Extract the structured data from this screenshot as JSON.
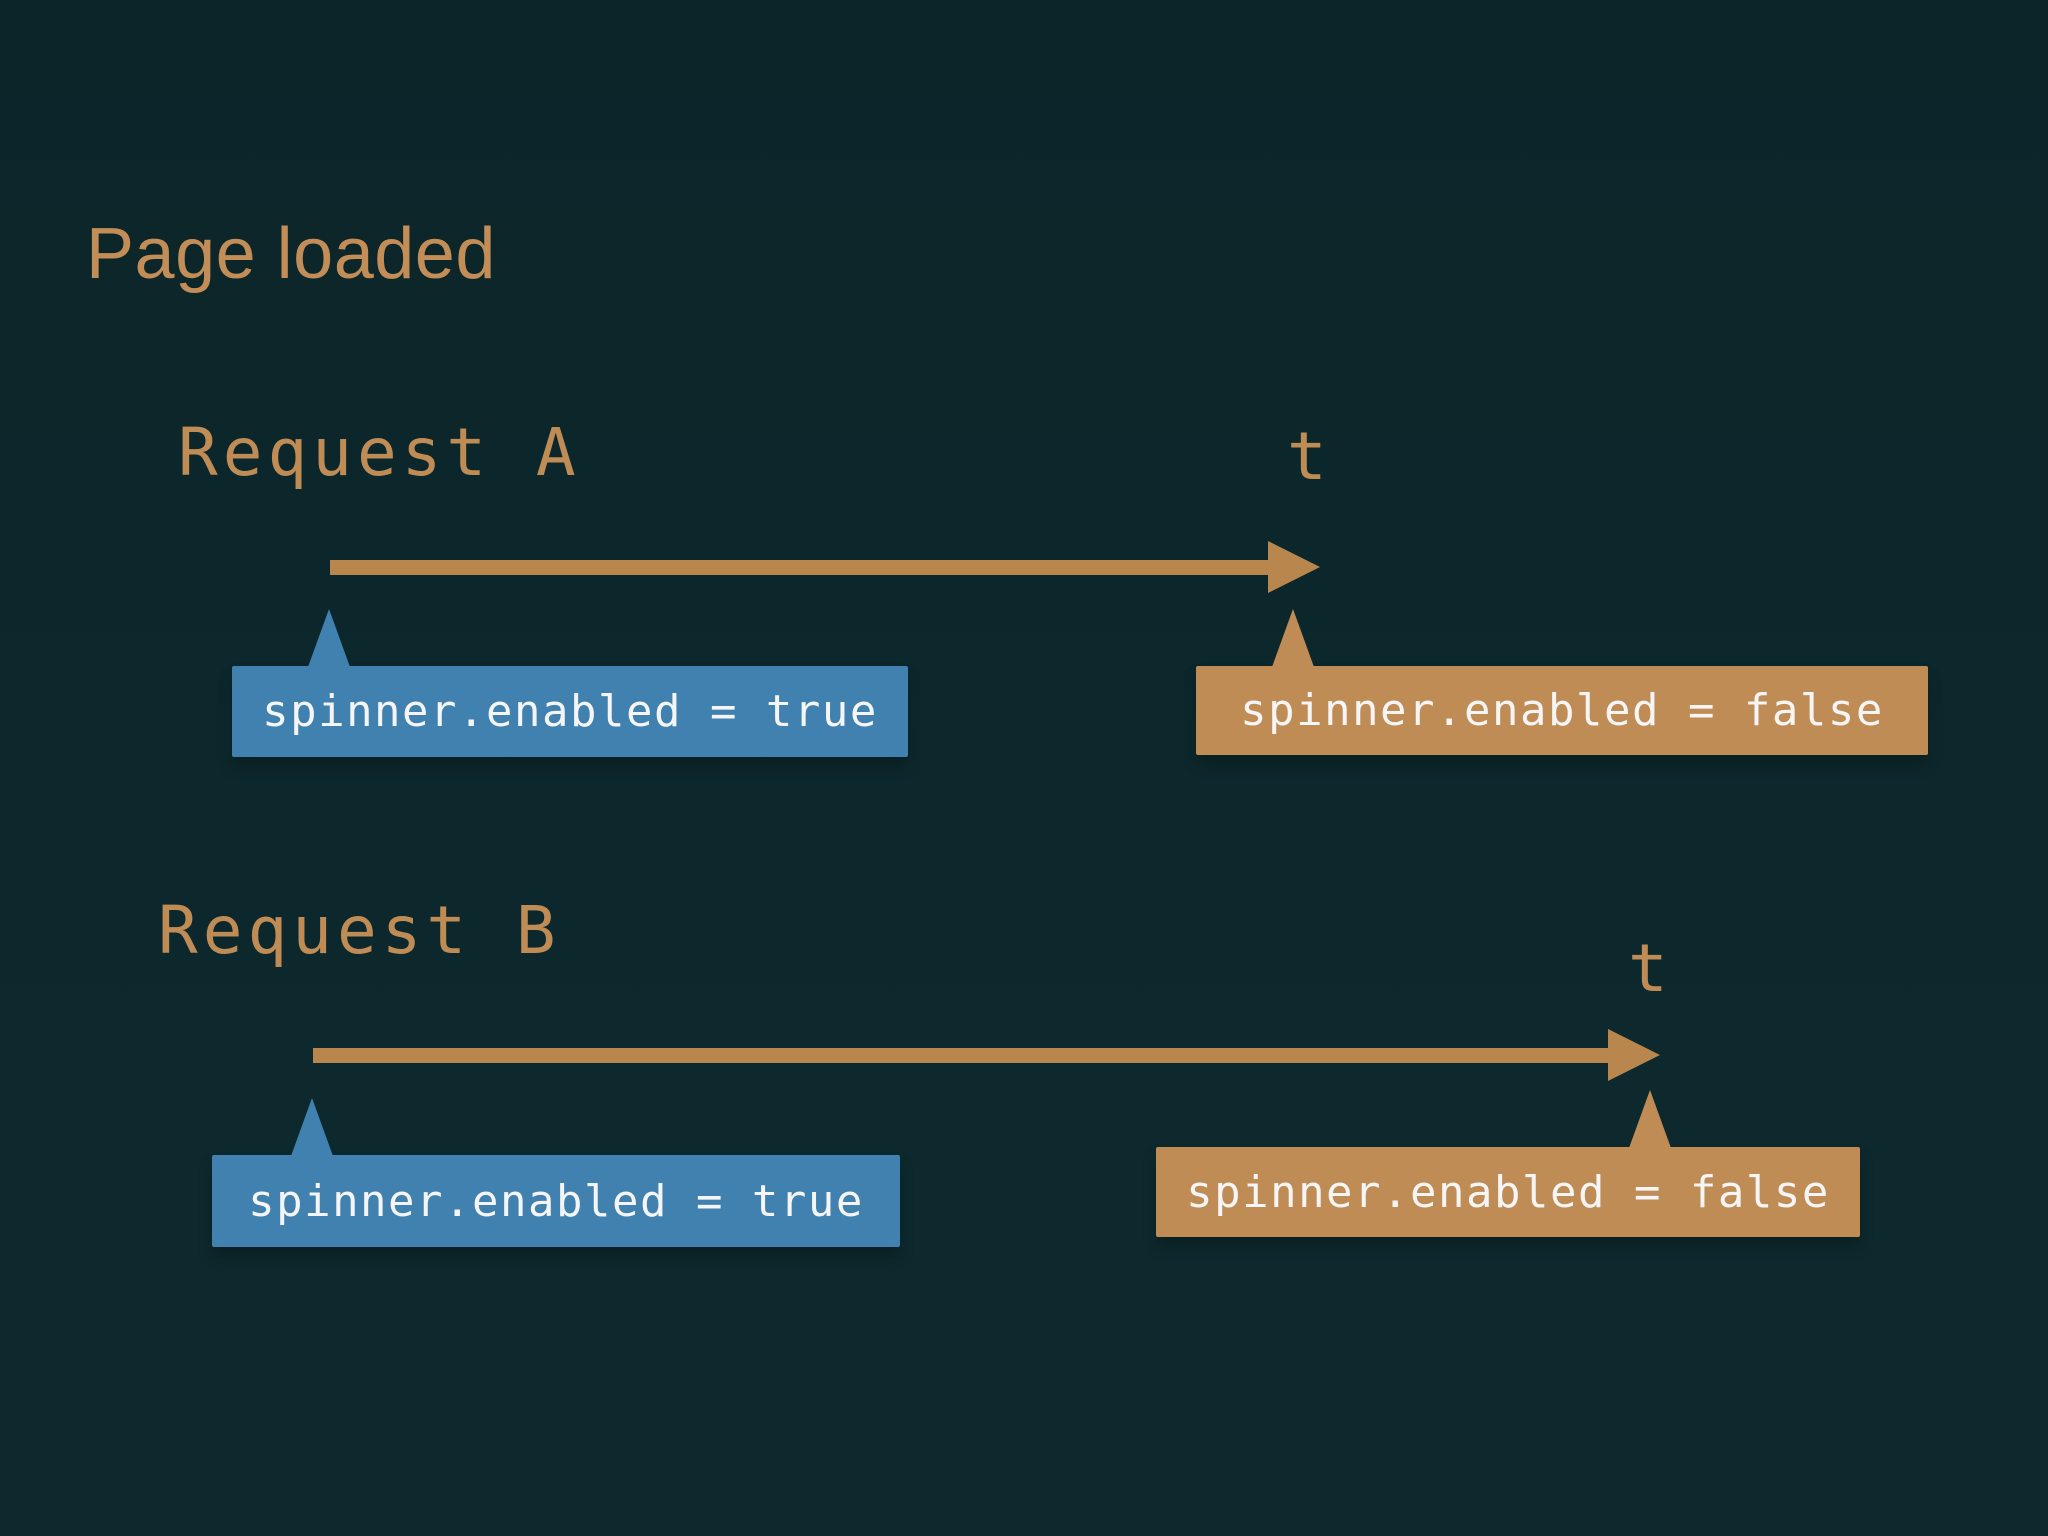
{
  "title": "Page loaded",
  "diagram": {
    "request_a": {
      "label": "Request A",
      "time_axis_label": "t",
      "start_callout": "spinner.enabled = true",
      "end_callout": "spinner.enabled = false"
    },
    "request_b": {
      "label": "Request B",
      "time_axis_label": "t",
      "start_callout": "spinner.enabled = true",
      "end_callout": "spinner.enabled = false"
    }
  },
  "colors": {
    "background": "#0b2529",
    "background_lower": "#0d292d",
    "title_tan": "#c28d57",
    "label_tan": "#c08c55",
    "arrow_tan": "#b9864e",
    "callout_true_blue": "#4181af",
    "callout_false_tan": "#bf8c55",
    "callout_text": "#f4f5f4"
  }
}
